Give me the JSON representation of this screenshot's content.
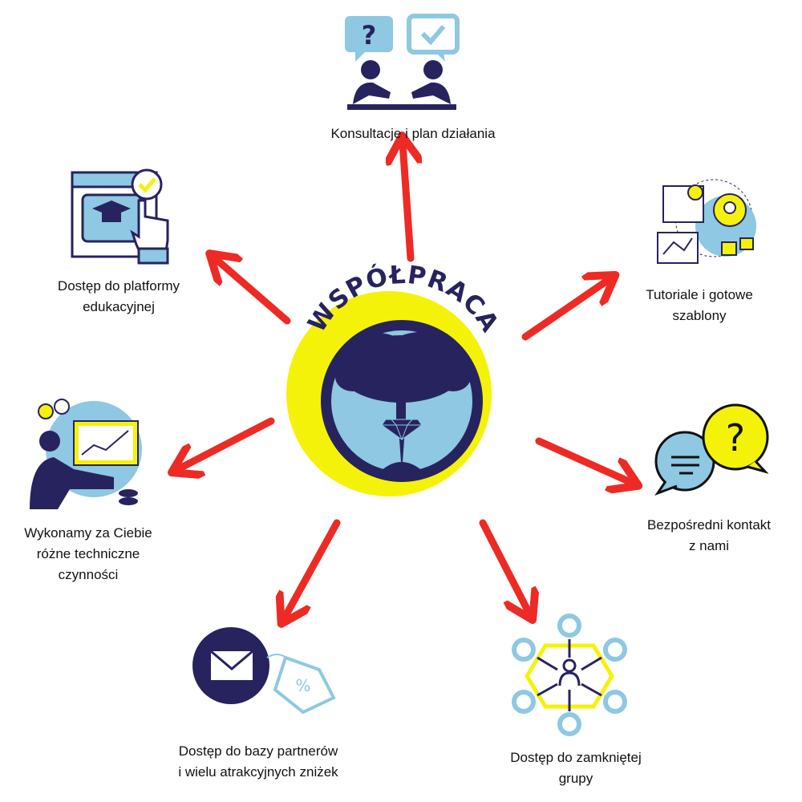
{
  "center": {
    "title": "WSPÓŁPRACA"
  },
  "colors": {
    "arrow": "#ee2a24",
    "yellow": "#f5f20a",
    "navy": "#27235f",
    "lightblue": "#8ec8e2"
  },
  "items": [
    {
      "icon": "consultation-icon",
      "lines": [
        "Konsultacje i plan działania"
      ]
    },
    {
      "icon": "education-platform-icon",
      "lines": [
        "Dostęp do platformy",
        "edukacyjnej"
      ]
    },
    {
      "icon": "tutorials-icon",
      "lines": [
        "Tutoriale i gotowe",
        "szablony"
      ]
    },
    {
      "icon": "technical-work-icon",
      "lines": [
        "Wykonamy za Ciebie",
        "różne techniczne",
        "czynności"
      ]
    },
    {
      "icon": "chat-question-icon",
      "lines": [
        "Bezpośredni kontakt",
        "z nami"
      ]
    },
    {
      "icon": "mail-discount-icon",
      "lines": [
        "Dostęp do bazy partnerów",
        "i wielu atrakcyjnych zniżek"
      ]
    },
    {
      "icon": "network-group-icon",
      "lines": [
        "Dostęp do zamkniętej",
        "grupy"
      ]
    }
  ]
}
